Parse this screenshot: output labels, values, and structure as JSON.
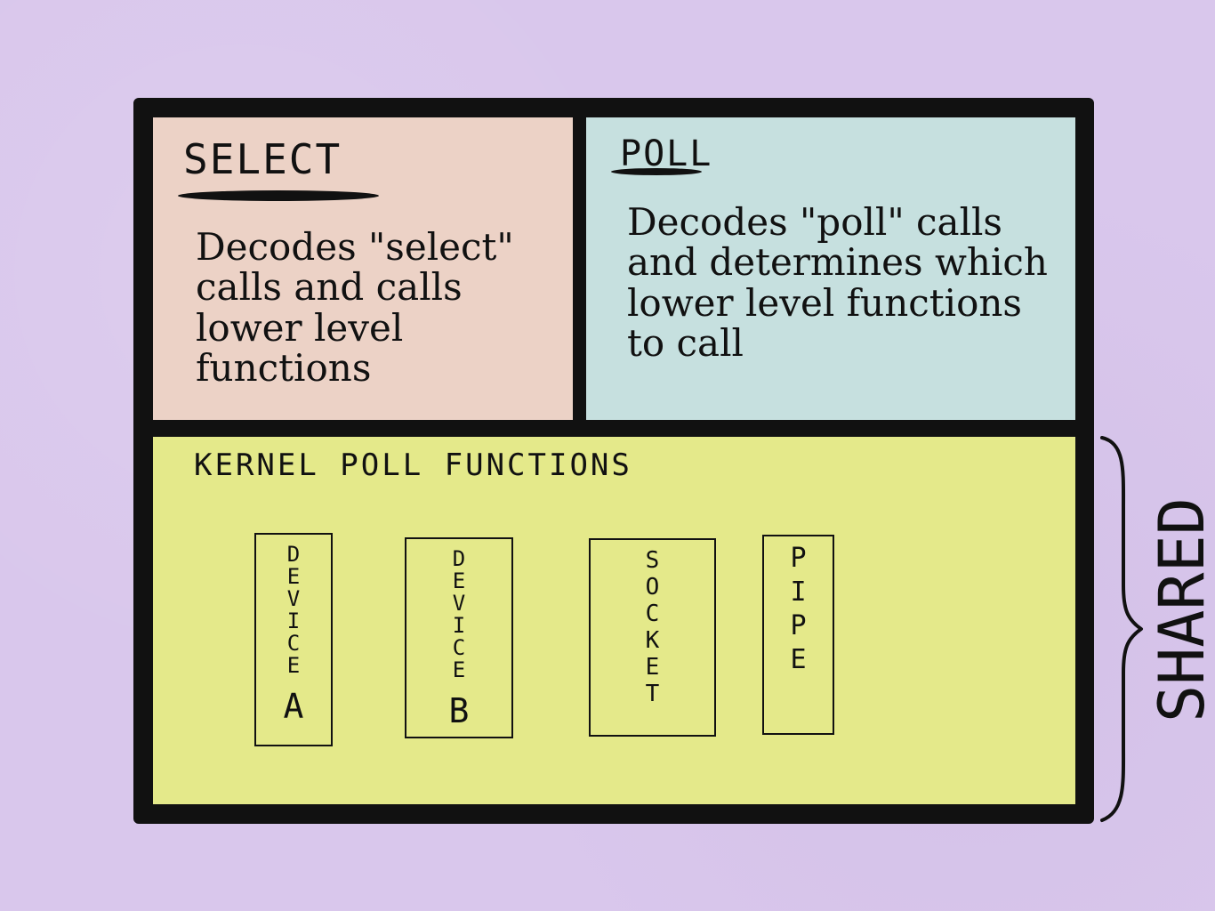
{
  "diagram": {
    "select": {
      "title": "SELECT",
      "description": "Decodes \"select\" calls and calls lower level functions"
    },
    "poll": {
      "title": "POLL",
      "description": "Decodes \"poll\" calls and determines which lower level functions to call"
    },
    "kernel": {
      "title": "KERNEL POLL FUNCTIONS",
      "devices": [
        {
          "label_lines": [
            "D",
            "E",
            "V",
            "I",
            "C",
            "E",
            "A"
          ]
        },
        {
          "label_lines": [
            "D",
            "E",
            "V",
            "I",
            "C",
            "E",
            "B"
          ]
        },
        {
          "label_lines": [
            "S",
            "O",
            "C",
            "K",
            "E",
            "T"
          ]
        },
        {
          "label_lines": [
            "P",
            "I",
            "P",
            "E"
          ]
        }
      ]
    },
    "shared_label": "SHARED"
  }
}
